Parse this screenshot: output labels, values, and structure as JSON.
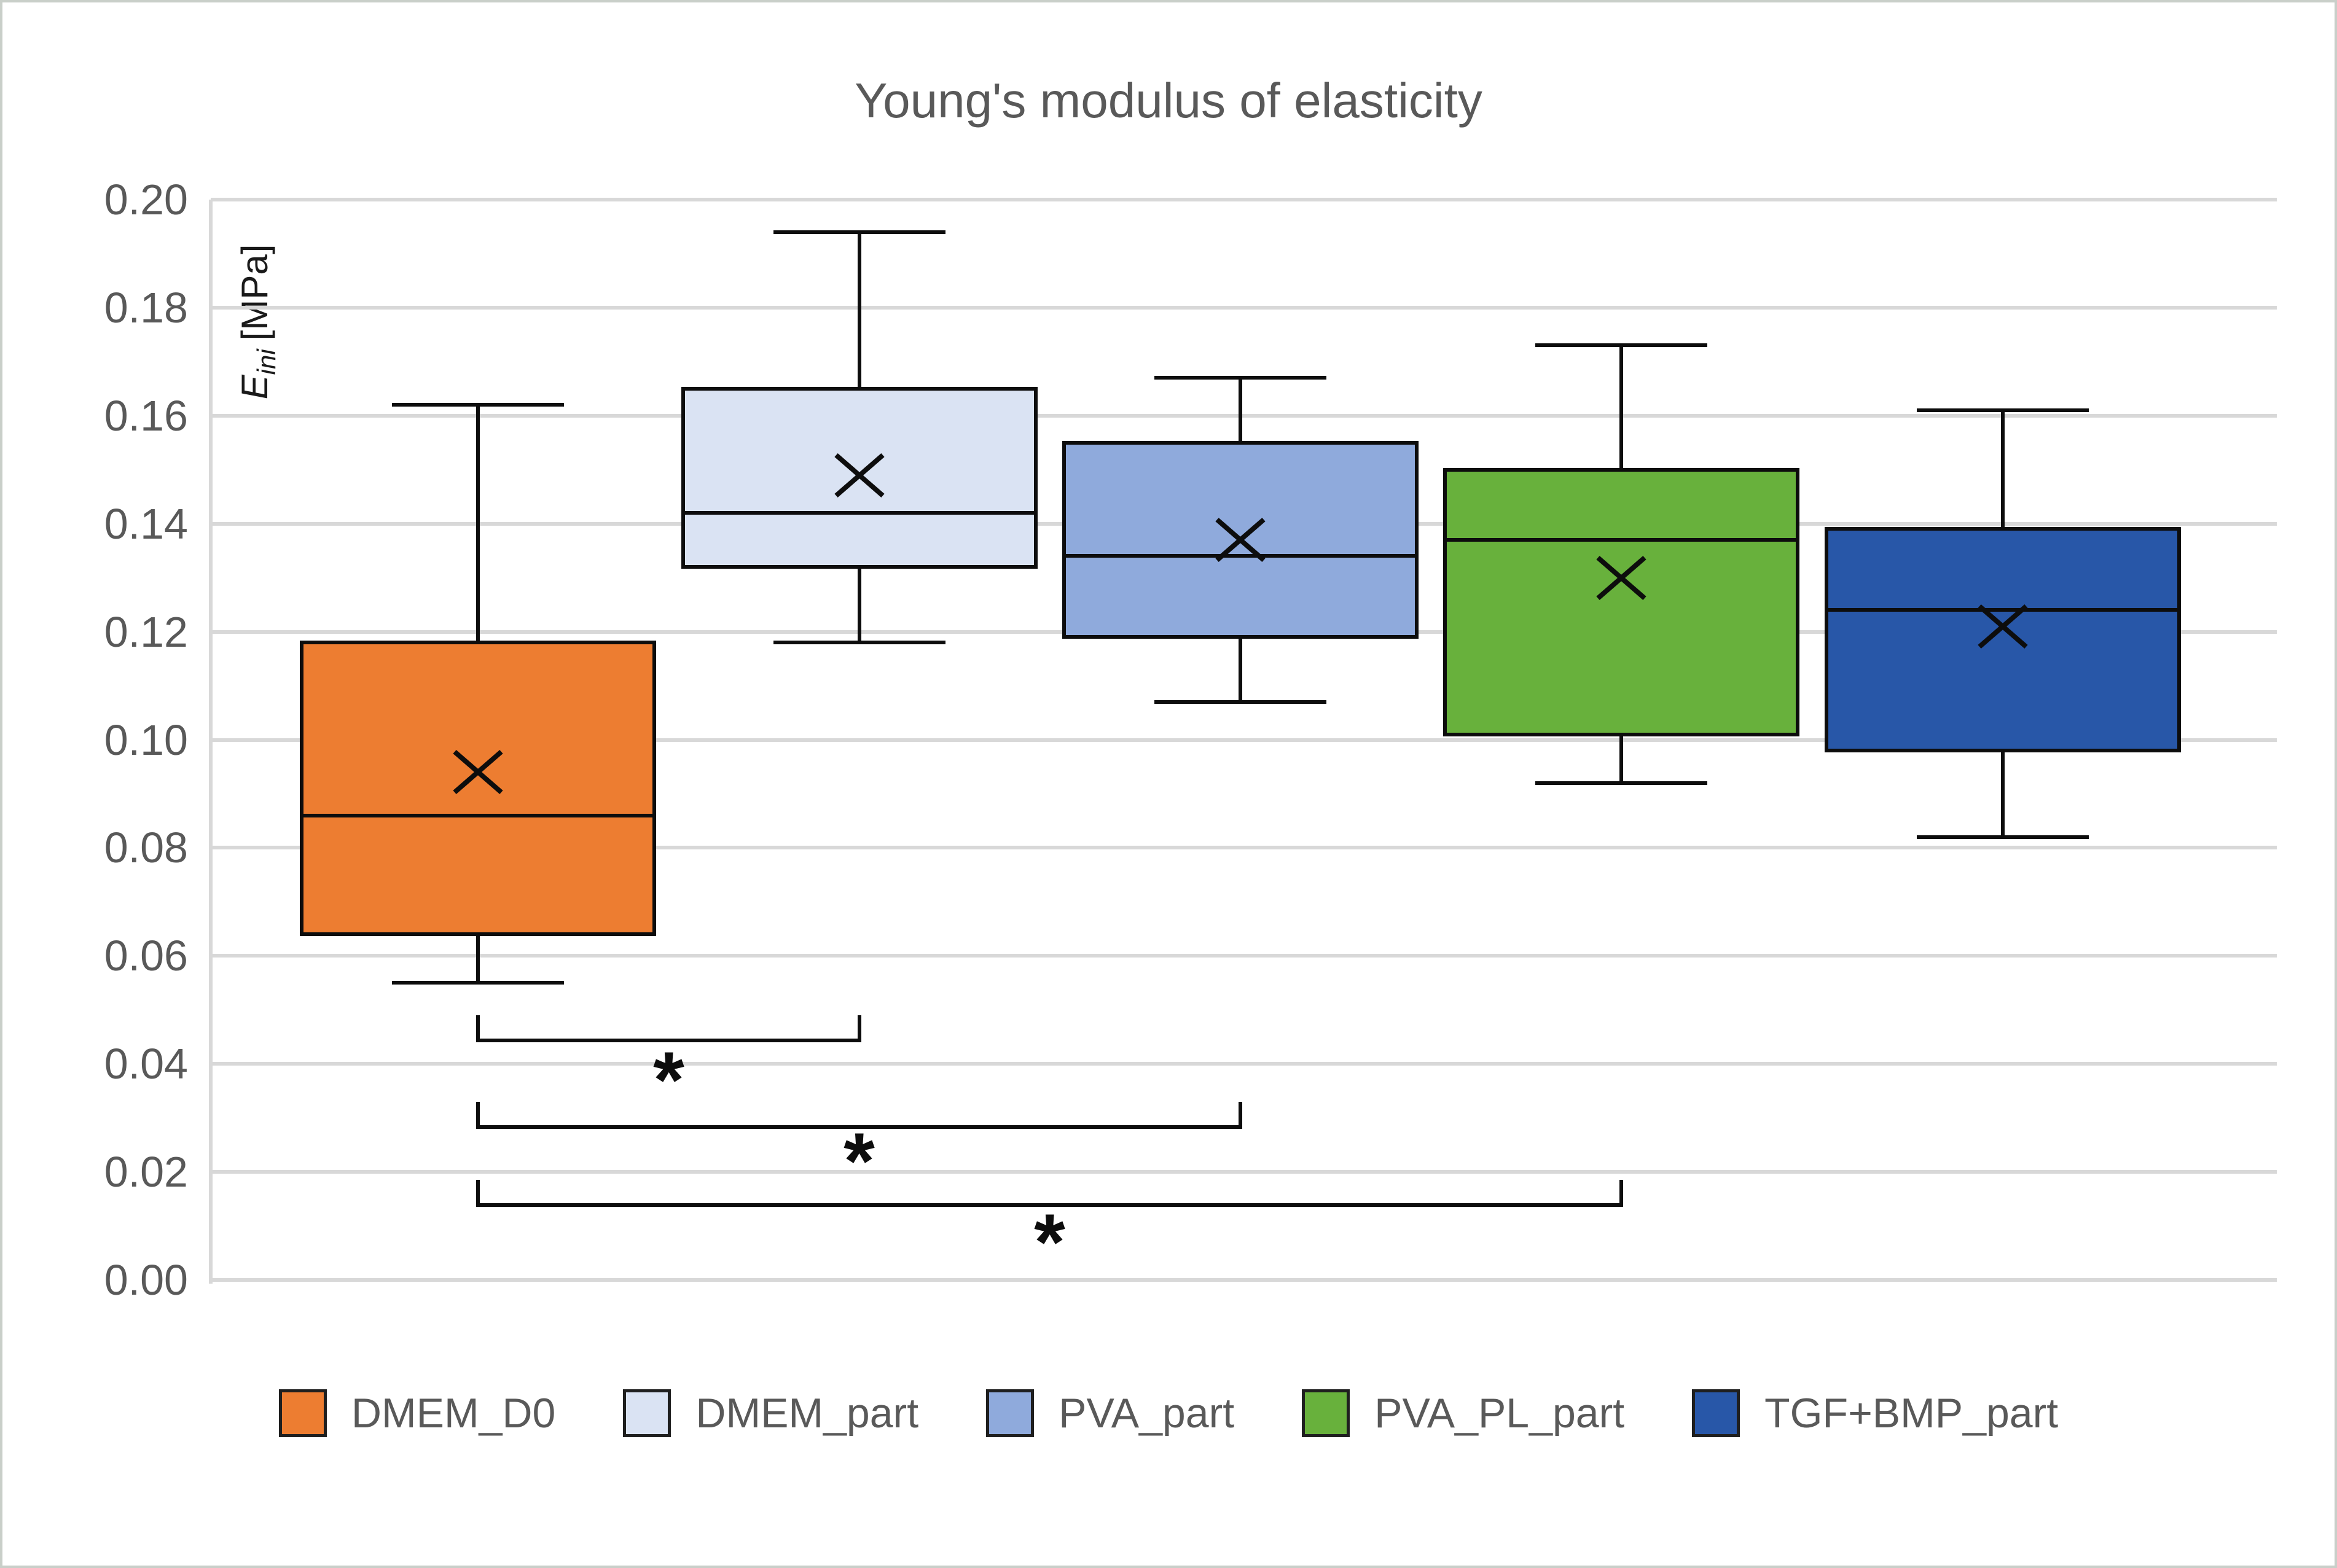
{
  "figure": {
    "background": "#ffffff",
    "border_color": "#c9cfc9"
  },
  "chart_data": {
    "type": "boxplot",
    "title": "Young's modulus of elasticity",
    "ylabel_symbol": "E",
    "ylabel_sub": "ini",
    "ylabel_unit": "[MPa]",
    "y_axis": {
      "min": 0.0,
      "max": 0.2,
      "step": 0.02,
      "tick_labels": [
        "0.00",
        "0.02",
        "0.04",
        "0.06",
        "0.08",
        "0.10",
        "0.12",
        "0.14",
        "0.16",
        "0.18",
        "0.20"
      ]
    },
    "grid": true,
    "legend_position": "bottom",
    "categories": [
      "DMEM_D0",
      "DMEM_part",
      "PVA_part",
      "PVA_PL_part",
      "TGF+BMP_part"
    ],
    "series": [
      {
        "name": "DMEM_D0",
        "color": "#ED7D31",
        "whisker_low": 0.055,
        "q1": 0.064,
        "median": 0.086,
        "mean": 0.094,
        "q3": 0.118,
        "whisker_high": 0.162
      },
      {
        "name": "DMEM_part",
        "color": "#DAE3F3",
        "whisker_low": 0.118,
        "q1": 0.132,
        "median": 0.142,
        "mean": 0.149,
        "q3": 0.165,
        "whisker_high": 0.194
      },
      {
        "name": "PVA_part",
        "color": "#8FAADC",
        "whisker_low": 0.107,
        "q1": 0.119,
        "median": 0.134,
        "mean": 0.137,
        "q3": 0.155,
        "whisker_high": 0.167
      },
      {
        "name": "PVA_PL_part",
        "color": "#68B13C",
        "whisker_low": 0.092,
        "q1": 0.101,
        "median": 0.137,
        "mean": 0.13,
        "q3": 0.15,
        "whisker_high": 0.173
      },
      {
        "name": "TGF+BMP_part",
        "color": "#2857A8",
        "whisker_low": 0.082,
        "q1": 0.098,
        "median": 0.124,
        "mean": 0.121,
        "q3": 0.139,
        "whisker_high": 0.161
      }
    ],
    "significance_brackets": [
      {
        "from": "DMEM_D0",
        "to": "DMEM_part",
        "bar_y": 0.044,
        "tick_top_y": 0.049,
        "label": "*",
        "label_y": 0.0385
      },
      {
        "from": "DMEM_D0",
        "to": "PVA_part",
        "bar_y": 0.028,
        "tick_top_y": 0.033,
        "label": "*",
        "label_y": 0.0235
      },
      {
        "from": "DMEM_D0",
        "to": "PVA_PL_part",
        "bar_y": 0.0135,
        "tick_top_y": 0.0185,
        "label": "*",
        "label_y": 0.0085
      }
    ],
    "colors": {
      "grid": "#D8D8D8",
      "axis": "#D8D8D8",
      "text": "#595959",
      "box_border": "#000000"
    }
  }
}
